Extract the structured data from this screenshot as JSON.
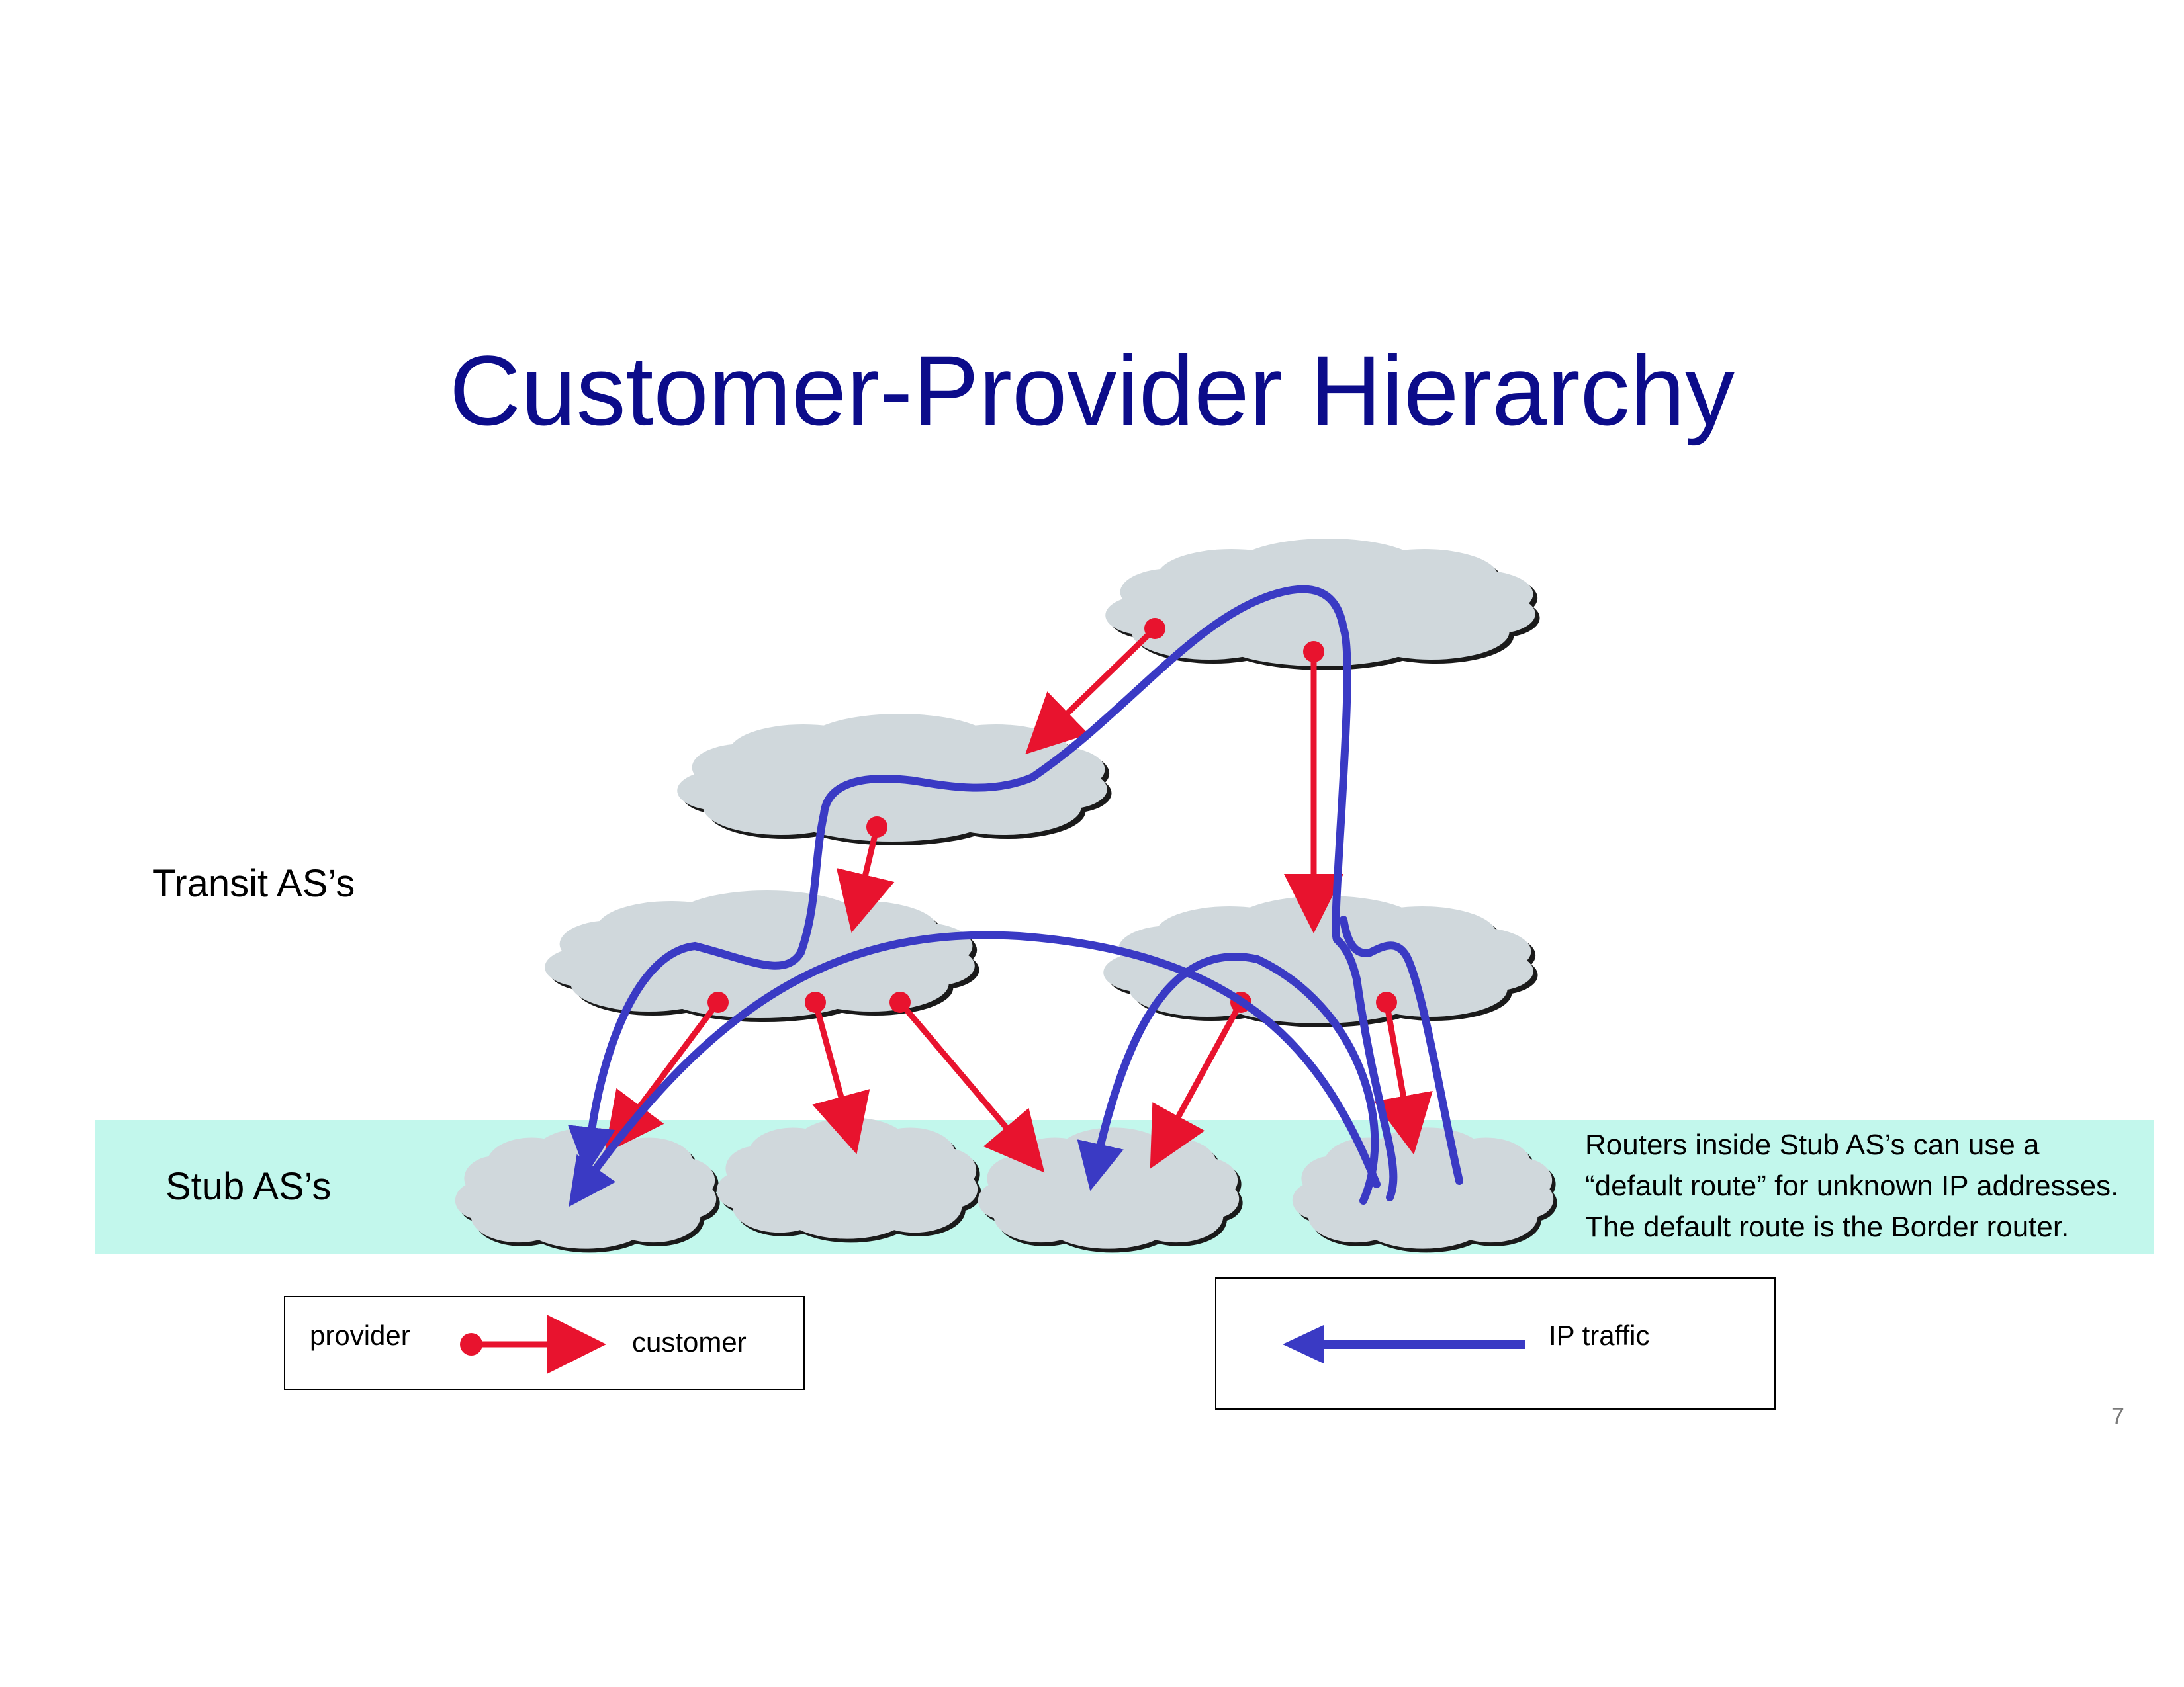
{
  "slide": {
    "title": "Customer-Provider Hierarchy",
    "page_number": "7"
  },
  "labels": {
    "transit": "Transit AS’s",
    "stub": "Stub AS’s"
  },
  "note": {
    "lines": [
      "Routers inside Stub AS’s can use a",
      "“default route” for unknown IP addresses.",
      "The default route is the Border router."
    ]
  },
  "legend": {
    "provider": "provider",
    "customer": "customer",
    "ip_traffic": "IP traffic"
  },
  "colors": {
    "title": "#0c0c8a",
    "provider_arrow": "#e8132e",
    "ip_traffic": "#3a3ac4",
    "cloud_fill": "#d0d8dc",
    "stub_band": "#c2f7ec"
  }
}
